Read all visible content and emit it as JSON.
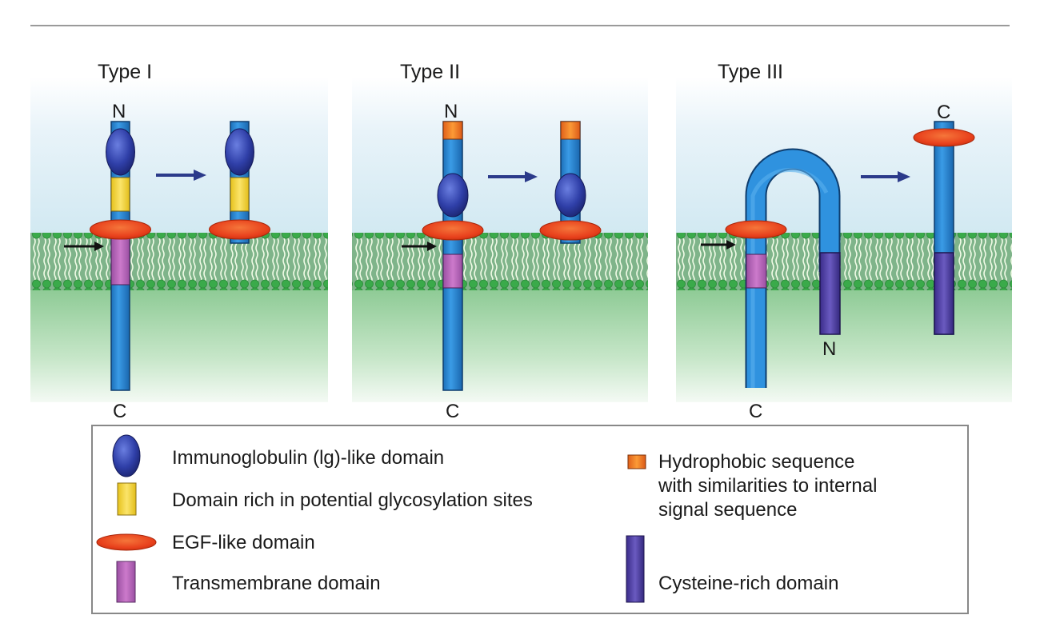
{
  "figure": {
    "panels": [
      {
        "id": "type1",
        "title": "Type I",
        "n_label": "N",
        "c_label": "C",
        "domains_full": [
          "hydro-none",
          "ig",
          "glyco",
          "egf",
          "transmembrane"
        ],
        "description": "N terminus extracellular; Ig-like domain, glycosylation-rich domain, EGF-like domain, transmembrane domain; C terminus cytoplasmic. Cleavage (arrow) releases ectodomain."
      },
      {
        "id": "type2",
        "title": "Type II",
        "n_label": "N",
        "c_label": "C",
        "description": "N-terminal hydrophobic sequence, Ig-like domain, EGF-like domain, transmembrane domain; C terminus cytoplasmic. Cleavage releases ectodomain."
      },
      {
        "id": "type3",
        "title": "Type III",
        "n_label": "N",
        "c_label_left": "C",
        "c_label_right": "C",
        "description": "Hairpin topology: cysteine-rich domain spans membrane with N terminus cytoplasmic; EGF-like domain near transmembrane domain; after cleavage, C terminus extracellular."
      }
    ]
  },
  "legend": {
    "items": [
      {
        "key": "ig",
        "label": "Immunoglobulin (lg)-like domain",
        "color": "#2b3a9a"
      },
      {
        "key": "glyco",
        "label": "Domain rich in potential glycosylation sites",
        "color": "#f5d53a"
      },
      {
        "key": "egf",
        "label": "EGF-like domain",
        "color": "#e8401c"
      },
      {
        "key": "tm",
        "label": "Transmembrane domain",
        "color": "#b565b8"
      },
      {
        "key": "hydro",
        "label_lines": [
          "Hydrophobic sequence",
          "with similarities to internal",
          "signal sequence"
        ],
        "color": "#f07a1e"
      },
      {
        "key": "cys",
        "label": "Cysteine-rich domain",
        "color": "#4a3aa0"
      }
    ]
  },
  "colors": {
    "chain": "#2a8ad8",
    "membrane_head": "#3aaa4a",
    "extracellular_bg": "#e4f1f8",
    "cytoplasm_bg": "#9fd0a4",
    "arrow": "#2b3a8a"
  }
}
